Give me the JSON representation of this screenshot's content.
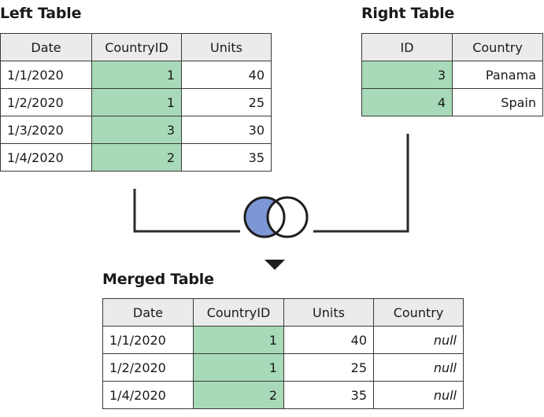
{
  "left_table": {
    "title": "Left Table",
    "headers": [
      "Date",
      "CountryID",
      "Units"
    ],
    "rows": [
      [
        "1/1/2020",
        "1",
        "40"
      ],
      [
        "1/2/2020",
        "1",
        "25"
      ],
      [
        "1/3/2020",
        "3",
        "30"
      ],
      [
        "1/4/2020",
        "2",
        "35"
      ]
    ]
  },
  "right_table": {
    "title": "Right Table",
    "headers": [
      "ID",
      "Country"
    ],
    "rows": [
      [
        "3",
        "Panama"
      ],
      [
        "4",
        "Spain"
      ]
    ]
  },
  "merged_table": {
    "title": "Merged Table",
    "headers": [
      "Date",
      "CountryID",
      "Units",
      "Country"
    ],
    "rows": [
      [
        "1/1/2020",
        "1",
        "40",
        "null"
      ],
      [
        "1/2/2020",
        "1",
        "25",
        "null"
      ],
      [
        "1/4/2020",
        "2",
        "35",
        "null"
      ]
    ]
  },
  "colors": {
    "key_column": "#a8dab9",
    "header_fill": "#ebebeb",
    "join_highlight": "#7b97d6",
    "line": "#2b2b2b"
  },
  "join_icon": "left-anti-join-venn-icon"
}
